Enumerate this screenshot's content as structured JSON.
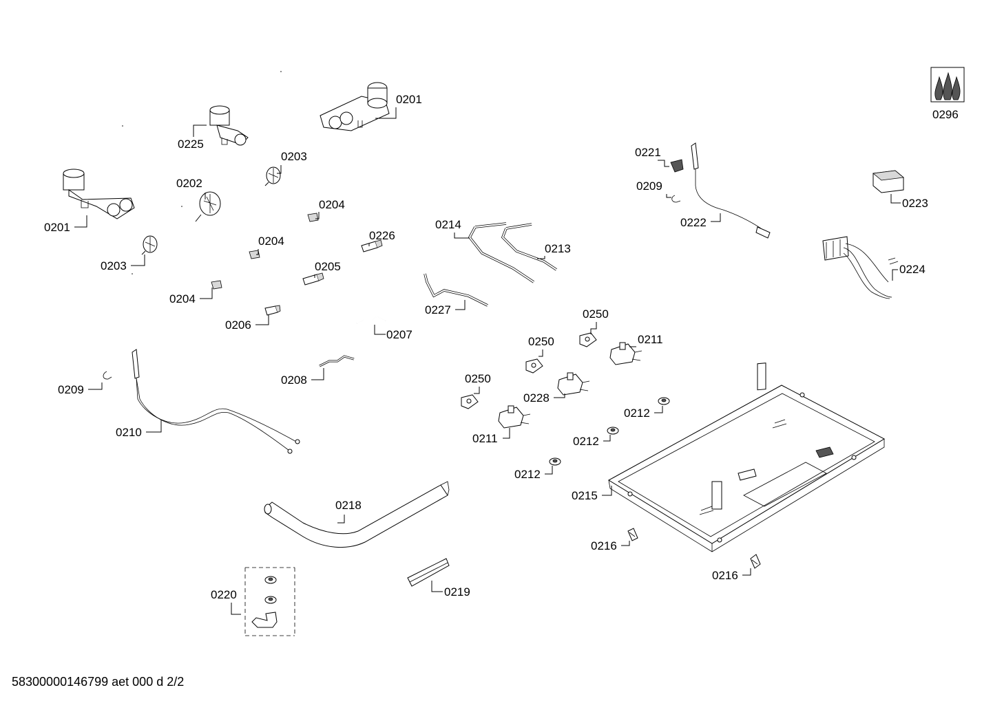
{
  "document": {
    "id": "58300000146799 aet 000 d 2/2"
  },
  "labels": {
    "l0201a": "0201",
    "l0201b": "0201",
    "l0202": "0202",
    "l0203a": "0203",
    "l0203b": "0203",
    "l0204a": "0204",
    "l0204b": "0204",
    "l0204c": "0204",
    "l0205": "0205",
    "l0206": "0206",
    "l0207": "0207",
    "l0208": "0208",
    "l0209a": "0209",
    "l0209b": "0209",
    "l0210": "0210",
    "l0211a": "0211",
    "l0211b": "0211",
    "l0212a": "0212",
    "l0212b": "0212",
    "l0212c": "0212",
    "l0213": "0213",
    "l0214": "0214",
    "l0215": "0215",
    "l0216a": "0216",
    "l0216b": "0216",
    "l0218": "0218",
    "l0219": "0219",
    "l0220": "0220",
    "l0221": "0221",
    "l0222": "0222",
    "l0223": "0223",
    "l0224": "0224",
    "l0225": "0225",
    "l0226": "0226",
    "l0227": "0227",
    "l0228": "0228",
    "l0250a": "0250",
    "l0250b": "0250",
    "l0250c": "0250",
    "l0296": "0296"
  }
}
